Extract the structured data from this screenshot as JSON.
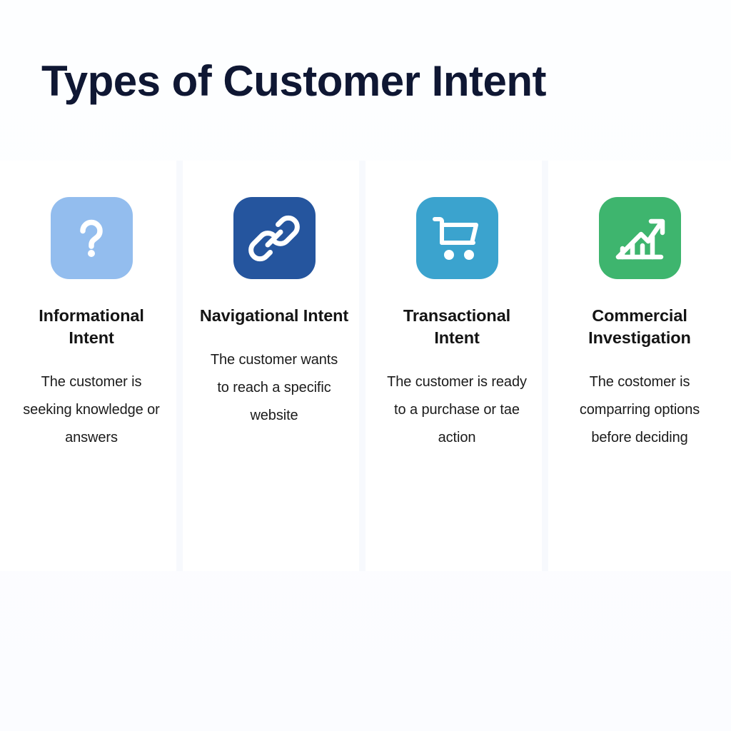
{
  "header": {
    "title": "Types of Customer Intent"
  },
  "colors": {
    "page_background": "#fdfdff",
    "panel_background": "#ffffff",
    "gutter": "#f7f9fd",
    "title_text": "#0f1733",
    "heading_text": "#141414",
    "body_text": "#1b1b1b",
    "icon_glyph": "#ffffff",
    "informational_tile": "#93bdee",
    "navigational_tile": "#25559e",
    "transactional_tile": "#3ba3ce",
    "commercial_tile": "#3eb56e"
  },
  "columns": [
    {
      "icon_name": "question-mark-icon",
      "tile_color": "#93bdee",
      "heading": "Informational Intent",
      "body": "The customer is seeking knowledge or answers"
    },
    {
      "icon_name": "chain-link-icon",
      "tile_color": "#25559e",
      "heading": "Navigational Intent",
      "body": "The customer wants to reach a specific website"
    },
    {
      "icon_name": "shopping-cart-icon",
      "tile_color": "#3ba3ce",
      "heading": "Transactional Intent",
      "body": "The customer is ready to a purchase or tae action"
    },
    {
      "icon_name": "growth-chart-arrow-icon",
      "tile_color": "#3eb56e",
      "heading": "Commercial Investigation",
      "body": "The costomer is comparring options before deciding"
    }
  ]
}
